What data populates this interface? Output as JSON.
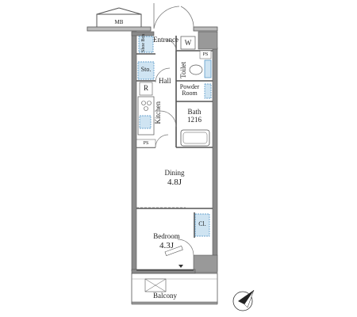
{
  "rooms": {
    "mb": "MB",
    "shoe_box": "Shoe Box",
    "entrance": "Entrance",
    "washer": "W",
    "pipe_space": "PS",
    "storage": "Sto.",
    "toilet": "Toilet",
    "hall": "Hall",
    "refrigerator": "R",
    "powder_room": "Powder Room",
    "kitchen": "Kitchen",
    "bath": "Bath",
    "bath_size": "1216",
    "pipe_space_2": "PS",
    "dining": "Dining",
    "dining_size": "4.8J",
    "closet": "Cl.",
    "bedroom": "Bedroom",
    "bedroom_size": "4.3J",
    "balcony": "Balcony"
  },
  "compass": {
    "label": "N"
  },
  "colors": {
    "wall": "#7a7a7a",
    "fixture_blue": "#cfe4f2",
    "blue_line": "#4a8fc2"
  }
}
